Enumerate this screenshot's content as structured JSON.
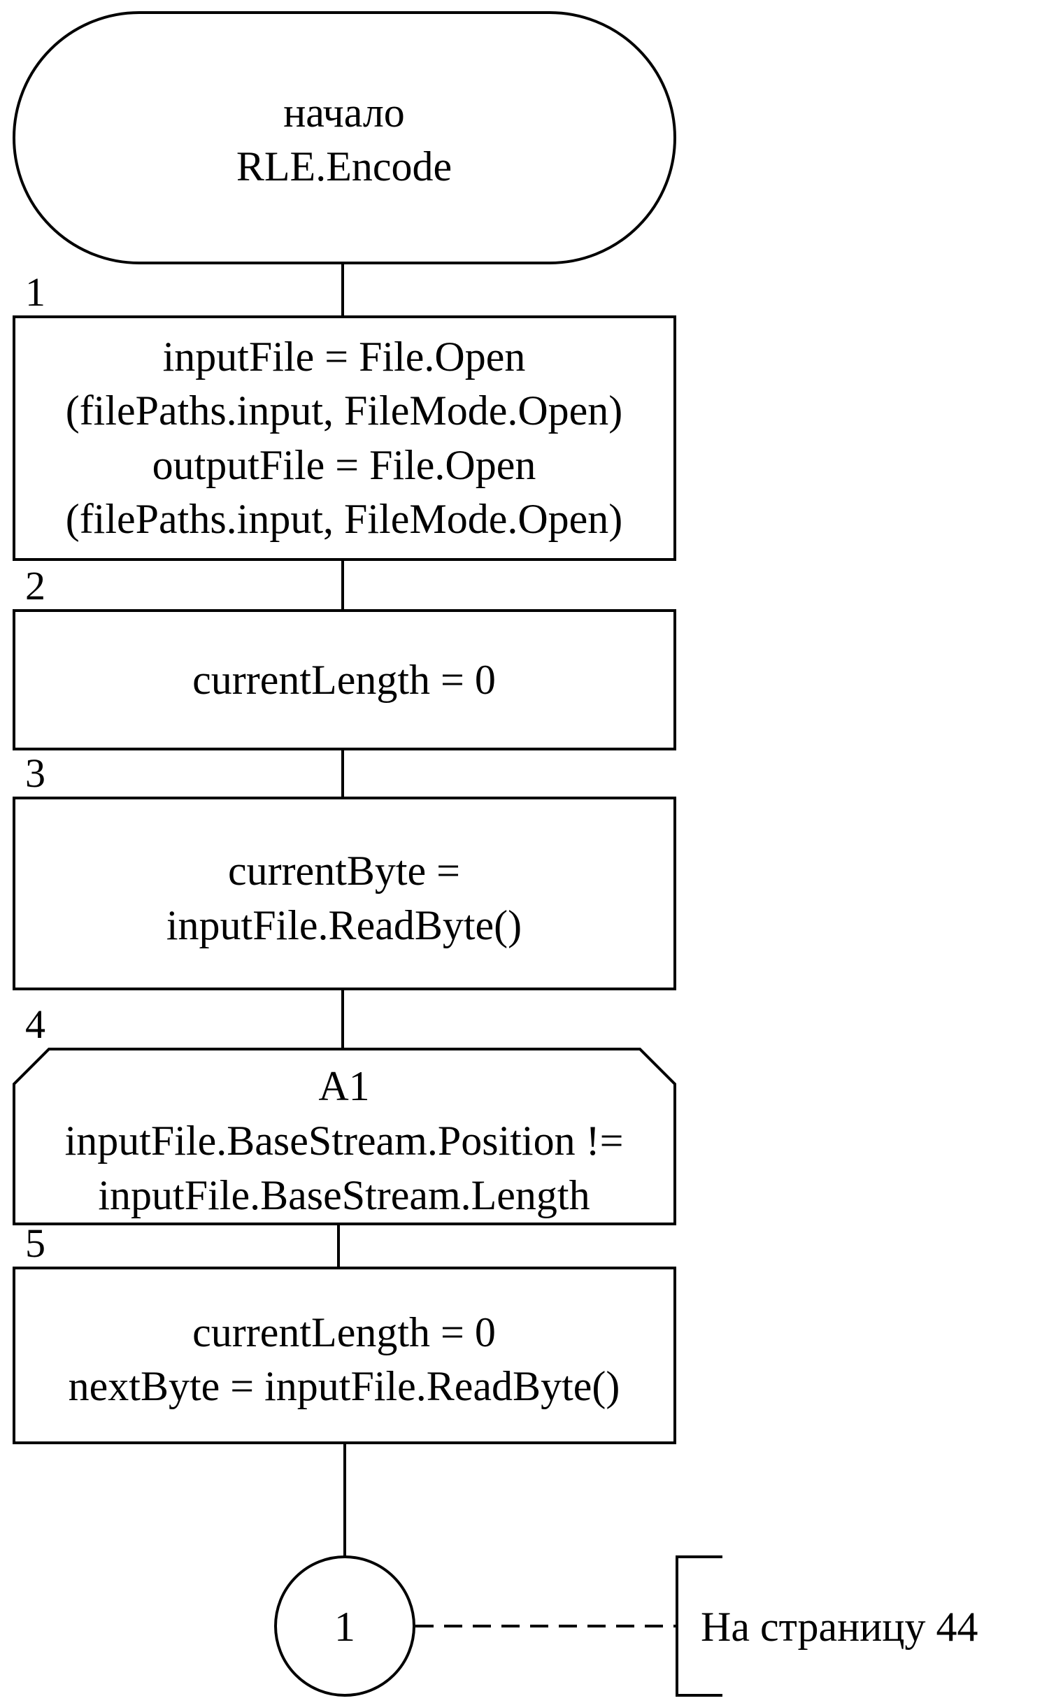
{
  "flowchart": {
    "start": {
      "lines": [
        "начало",
        "RLE.Encode"
      ]
    },
    "blocks": [
      {
        "number": "1",
        "lines": [
          "inputFile = File.Open",
          "(filePaths.input, FileMode.Open)",
          "outputFile = File.Open",
          "(filePaths.input, FileMode.Open)"
        ]
      },
      {
        "number": "2",
        "lines": [
          "currentLength = 0"
        ]
      },
      {
        "number": "3",
        "lines": [
          "currentByte =",
          "inputFile.ReadByte()"
        ]
      },
      {
        "number": "4",
        "lines": [
          "A1",
          "inputFile.BaseStream.Position !=",
          "inputFile.BaseStream.Length"
        ]
      },
      {
        "number": "5",
        "lines": [
          "currentLength = 0",
          "nextByte = inputFile.ReadByte()"
        ]
      }
    ],
    "connector": {
      "label": "1",
      "comment": "На страницу 44"
    }
  }
}
